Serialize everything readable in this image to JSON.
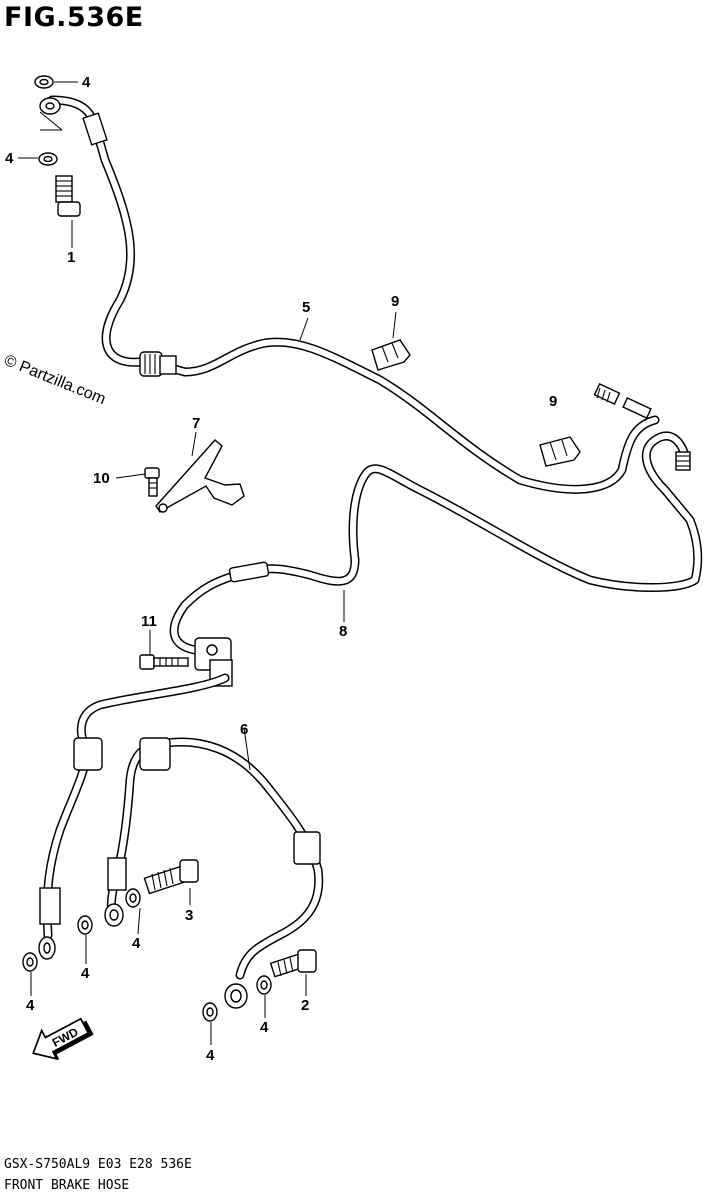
{
  "figure": {
    "title": "FIG.536E",
    "copyright": "© Partzilla.com",
    "model_code": "GSX-S750AL9  E03  E28  536E",
    "name": "FRONT BRAKE HOSE"
  },
  "fwd_label": "FWD",
  "callouts": [
    {
      "id": "c-4a",
      "label": "4"
    },
    {
      "id": "c-4b",
      "label": "4"
    },
    {
      "id": "c-1",
      "label": "1"
    },
    {
      "id": "c-5",
      "label": "5"
    },
    {
      "id": "c-9a",
      "label": "9"
    },
    {
      "id": "c-9b",
      "label": "9"
    },
    {
      "id": "c-7",
      "label": "7"
    },
    {
      "id": "c-10",
      "label": "10"
    },
    {
      "id": "c-8",
      "label": "8"
    },
    {
      "id": "c-11",
      "label": "11"
    },
    {
      "id": "c-6",
      "label": "6"
    },
    {
      "id": "c-3",
      "label": "3"
    },
    {
      "id": "c-4c",
      "label": "4"
    },
    {
      "id": "c-4d",
      "label": "4"
    },
    {
      "id": "c-4e",
      "label": "4"
    },
    {
      "id": "c-2",
      "label": "2"
    },
    {
      "id": "c-4f",
      "label": "4"
    },
    {
      "id": "c-4g",
      "label": "4"
    }
  ]
}
